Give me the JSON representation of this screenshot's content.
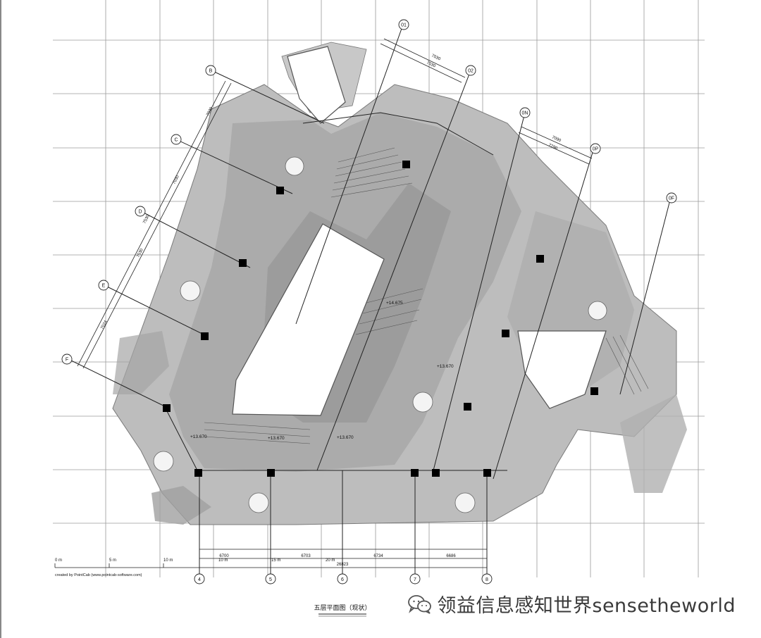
{
  "drawing": {
    "axes_top": [
      "01",
      "02",
      "0N",
      "0P",
      "0F"
    ],
    "axes_left": [
      "B",
      "C",
      "D",
      "E",
      "F"
    ],
    "axes_bottom": [
      "4",
      "5",
      "6",
      "7",
      "8"
    ],
    "bottom_dims": [
      "6700",
      "6703",
      "6734",
      "6686"
    ],
    "bottom_total": "26823",
    "top_dims": [
      "7030",
      "7030"
    ],
    "right_top_dims": [
      "7090",
      "7290"
    ],
    "left_dims": [
      "7030",
      "7030",
      "7530",
      "7530",
      "7024"
    ],
    "levels": [
      "+14.675",
      "+13.670",
      "+13.670",
      "+13.670",
      "+13.670"
    ],
    "scale_labels": [
      "0 m",
      "5 m",
      "10 m",
      "10 m",
      "15 m",
      "20 m"
    ],
    "credit": "created by PointCab (www.pointcab-software.com)",
    "sheet_title": "五层平面图（现状）"
  },
  "watermark": {
    "text": "领益信息感知世界sensetheworld",
    "icon": "wechat-icon"
  }
}
